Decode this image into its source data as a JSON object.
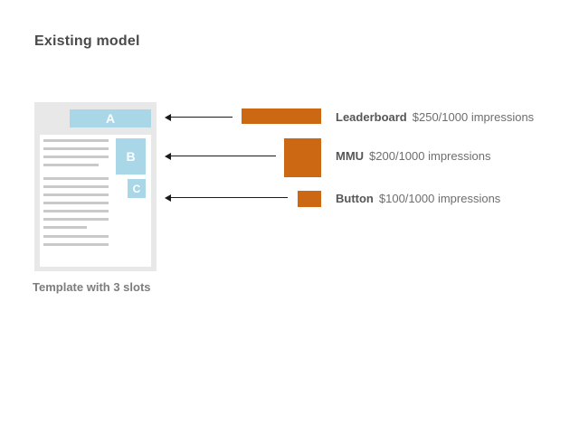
{
  "slide": {
    "title": "Existing model",
    "template": {
      "caption": "Template with 3 slots",
      "slots": [
        {
          "letter": "A"
        },
        {
          "letter": "B"
        },
        {
          "letter": "C"
        }
      ]
    },
    "ads": [
      {
        "name": "Leaderboard",
        "rate": "$250/1000 impressions"
      },
      {
        "name": "MMU",
        "rate": "$200/1000 impressions"
      },
      {
        "name": "Button",
        "rate": "$100/1000 impressions"
      }
    ],
    "colors": {
      "ad_orange": "#CC6814",
      "slot_blue": "#A9D7E8",
      "template_bg": "#E8E8E8",
      "placeholder_gray": "#C9C9C9",
      "arrow_black": "#1A1A1A"
    }
  }
}
